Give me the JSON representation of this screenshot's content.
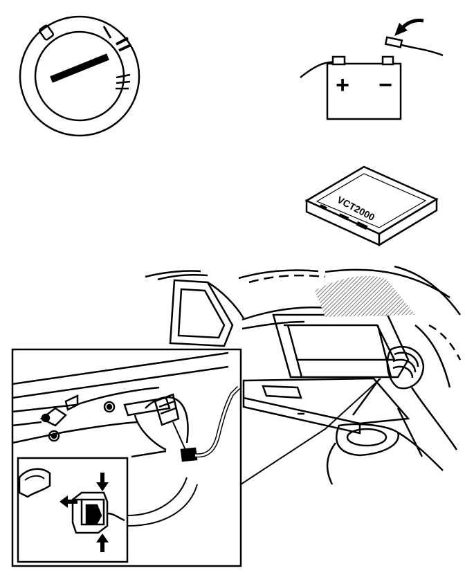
{
  "ignition": {
    "positions": [
      "0",
      "I",
      "II",
      "III"
    ]
  },
  "battery": {
    "positive_symbol": "+",
    "negative_symbol": "−"
  },
  "device": {
    "label": "VCT2000"
  },
  "colors": {
    "ink": "#000000",
    "paper": "#ffffff",
    "hatch": "#8a8a8a"
  }
}
